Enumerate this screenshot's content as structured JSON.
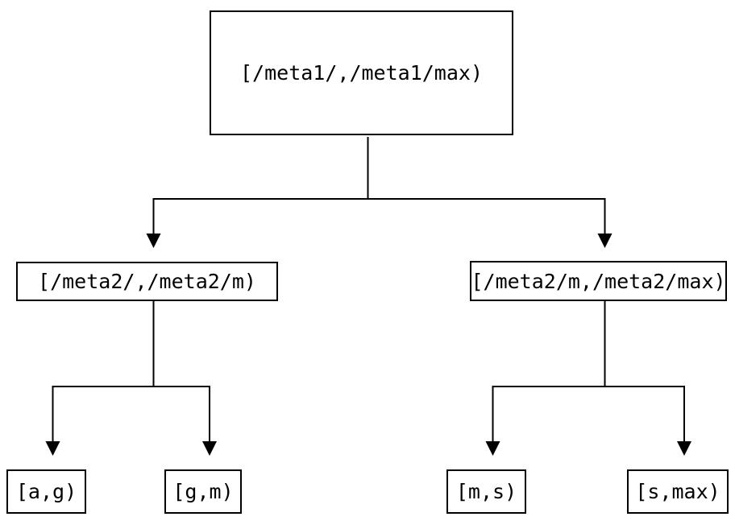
{
  "diagram": {
    "type": "tree",
    "nodes": {
      "root": {
        "label": "[/meta1/,/meta1/max)"
      },
      "level2": [
        {
          "label": "[/meta2/,/meta2/m)"
        },
        {
          "label": "[/meta2/m,/meta2/max)"
        }
      ],
      "leaves": [
        {
          "label": "[a,g)"
        },
        {
          "label": "[g,m)"
        },
        {
          "label": "[m,s)"
        },
        {
          "label": "[s,max)"
        }
      ]
    },
    "edges": [
      {
        "from": "root",
        "to": "level2.0"
      },
      {
        "from": "root",
        "to": "level2.1"
      },
      {
        "from": "level2.0",
        "to": "leaves.0"
      },
      {
        "from": "level2.0",
        "to": "leaves.1"
      },
      {
        "from": "level2.1",
        "to": "leaves.2"
      },
      {
        "from": "level2.1",
        "to": "leaves.3"
      }
    ],
    "colors": {
      "line": "#000000",
      "node_border": "#000000",
      "node_fill": "#ffffff",
      "text": "#000000",
      "background": "#ffffff"
    }
  }
}
